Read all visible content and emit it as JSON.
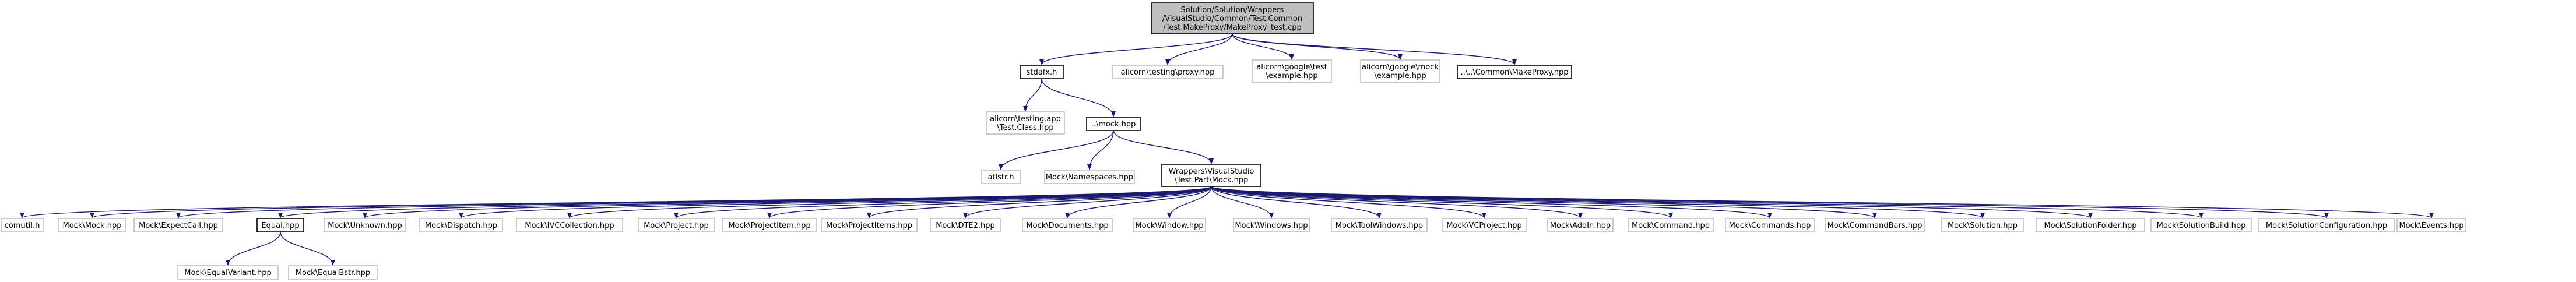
{
  "colors": {
    "background": "#ffffff",
    "edge": "#191970",
    "root_fill": "#bfbfbf",
    "root_border": "#000000",
    "documented_border": "#000000",
    "external_border": "#bfbfbf",
    "text": "#000000"
  },
  "nodes": [
    {
      "id": "root",
      "kind": "root",
      "lines": [
        "Solution/Solution/Wrappers",
        "/VisualStudio/Common/Test.Common",
        "/Test.MakeProxy/MakeProxy_test.cpp"
      ]
    },
    {
      "id": "stdafx",
      "kind": "documented",
      "lines": [
        "stdafx.h"
      ]
    },
    {
      "id": "testing_proxy",
      "kind": "external",
      "lines": [
        "alicorn\\testing\\proxy.hpp"
      ]
    },
    {
      "id": "google_test",
      "kind": "external",
      "lines": [
        "alicorn\\google\\test",
        "\\example.hpp"
      ]
    },
    {
      "id": "google_mock",
      "kind": "external",
      "lines": [
        "alicorn\\google\\mock",
        "\\example.hpp"
      ]
    },
    {
      "id": "makeproxy",
      "kind": "documented",
      "lines": [
        "..\\..\\Common\\MakeProxy.hpp"
      ]
    },
    {
      "id": "testing_app",
      "kind": "external",
      "lines": [
        "alicorn\\testing.app",
        "\\Test.Class.hpp"
      ]
    },
    {
      "id": "mock_hpp",
      "kind": "documented",
      "lines": [
        "..\\mock.hpp"
      ]
    },
    {
      "id": "atlstr",
      "kind": "external",
      "lines": [
        "atlstr.h"
      ]
    },
    {
      "id": "namespaces",
      "kind": "external",
      "lines": [
        "Mock\\Namespaces.hpp"
      ]
    },
    {
      "id": "wrappers_mock",
      "kind": "documented",
      "lines": [
        "Wrappers\\VisualStudio",
        "\\Test.Part\\Mock.hpp"
      ]
    },
    {
      "id": "comutil",
      "kind": "external",
      "lines": [
        "comutil.h"
      ]
    },
    {
      "id": "mock_mock",
      "kind": "external",
      "lines": [
        "Mock\\Mock.hpp"
      ]
    },
    {
      "id": "expectcall",
      "kind": "external",
      "lines": [
        "Mock\\ExpectCall.hpp"
      ]
    },
    {
      "id": "equal",
      "kind": "documented",
      "lines": [
        "Equal.hpp"
      ]
    },
    {
      "id": "unknown",
      "kind": "external",
      "lines": [
        "Mock\\Unknown.hpp"
      ]
    },
    {
      "id": "dispatch",
      "kind": "external",
      "lines": [
        "Mock\\Dispatch.hpp"
      ]
    },
    {
      "id": "ivccollection",
      "kind": "external",
      "lines": [
        "Mock\\IVCCollection.hpp"
      ]
    },
    {
      "id": "project",
      "kind": "external",
      "lines": [
        "Mock\\Project.hpp"
      ]
    },
    {
      "id": "projectitem",
      "kind": "external",
      "lines": [
        "Mock\\ProjectItem.hpp"
      ]
    },
    {
      "id": "projectitems",
      "kind": "external",
      "lines": [
        "Mock\\ProjectItems.hpp"
      ]
    },
    {
      "id": "dte2",
      "kind": "external",
      "lines": [
        "Mock\\DTE2.hpp"
      ]
    },
    {
      "id": "documents",
      "kind": "external",
      "lines": [
        "Mock\\Documents.hpp"
      ]
    },
    {
      "id": "window",
      "kind": "external",
      "lines": [
        "Mock\\Window.hpp"
      ]
    },
    {
      "id": "windows",
      "kind": "external",
      "lines": [
        "Mock\\Windows.hpp"
      ]
    },
    {
      "id": "toolwindows",
      "kind": "external",
      "lines": [
        "Mock\\ToolWindows.hpp"
      ]
    },
    {
      "id": "vcproject",
      "kind": "external",
      "lines": [
        "Mock\\VCProject.hpp"
      ]
    },
    {
      "id": "addin",
      "kind": "external",
      "lines": [
        "Mock\\AddIn.hpp"
      ]
    },
    {
      "id": "command",
      "kind": "external",
      "lines": [
        "Mock\\Command.hpp"
      ]
    },
    {
      "id": "commands",
      "kind": "external",
      "lines": [
        "Mock\\Commands.hpp"
      ]
    },
    {
      "id": "commandbars",
      "kind": "external",
      "lines": [
        "Mock\\CommandBars.hpp"
      ]
    },
    {
      "id": "solution",
      "kind": "external",
      "lines": [
        "Mock\\Solution.hpp"
      ]
    },
    {
      "id": "solutionfolder",
      "kind": "external",
      "lines": [
        "Mock\\SolutionFolder.hpp"
      ]
    },
    {
      "id": "solutionbuild",
      "kind": "external",
      "lines": [
        "Mock\\SolutionBuild.hpp"
      ]
    },
    {
      "id": "solutionconfiguration",
      "kind": "external",
      "lines": [
        "Mock\\SolutionConfiguration.hpp"
      ]
    },
    {
      "id": "events",
      "kind": "external",
      "lines": [
        "Mock\\Events.hpp"
      ]
    },
    {
      "id": "equalvariant",
      "kind": "external",
      "lines": [
        "Mock\\EqualVariant.hpp"
      ]
    },
    {
      "id": "equalbstr",
      "kind": "external",
      "lines": [
        "Mock\\EqualBstr.hpp"
      ]
    }
  ],
  "edges": [
    [
      "root",
      "stdafx"
    ],
    [
      "root",
      "testing_proxy"
    ],
    [
      "root",
      "google_test"
    ],
    [
      "root",
      "google_mock"
    ],
    [
      "root",
      "makeproxy"
    ],
    [
      "stdafx",
      "testing_app"
    ],
    [
      "stdafx",
      "mock_hpp"
    ],
    [
      "mock_hpp",
      "atlstr"
    ],
    [
      "mock_hpp",
      "namespaces"
    ],
    [
      "mock_hpp",
      "wrappers_mock"
    ],
    [
      "wrappers_mock",
      "comutil"
    ],
    [
      "wrappers_mock",
      "mock_mock"
    ],
    [
      "wrappers_mock",
      "expectcall"
    ],
    [
      "wrappers_mock",
      "equal"
    ],
    [
      "wrappers_mock",
      "unknown"
    ],
    [
      "wrappers_mock",
      "dispatch"
    ],
    [
      "wrappers_mock",
      "ivccollection"
    ],
    [
      "wrappers_mock",
      "project"
    ],
    [
      "wrappers_mock",
      "projectitem"
    ],
    [
      "wrappers_mock",
      "projectitems"
    ],
    [
      "wrappers_mock",
      "dte2"
    ],
    [
      "wrappers_mock",
      "documents"
    ],
    [
      "wrappers_mock",
      "window"
    ],
    [
      "wrappers_mock",
      "windows"
    ],
    [
      "wrappers_mock",
      "toolwindows"
    ],
    [
      "wrappers_mock",
      "vcproject"
    ],
    [
      "wrappers_mock",
      "addin"
    ],
    [
      "wrappers_mock",
      "command"
    ],
    [
      "wrappers_mock",
      "commands"
    ],
    [
      "wrappers_mock",
      "commandbars"
    ],
    [
      "wrappers_mock",
      "solution"
    ],
    [
      "wrappers_mock",
      "solutionfolder"
    ],
    [
      "wrappers_mock",
      "solutionbuild"
    ],
    [
      "wrappers_mock",
      "solutionconfiguration"
    ],
    [
      "wrappers_mock",
      "events"
    ],
    [
      "equal",
      "equalvariant"
    ],
    [
      "equal",
      "equalbstr"
    ]
  ]
}
